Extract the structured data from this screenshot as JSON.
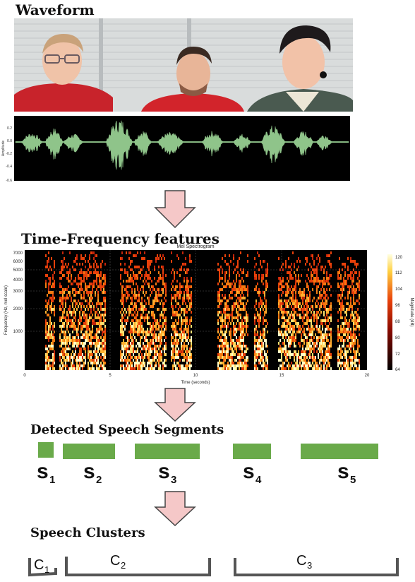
{
  "headings": {
    "waveform": "Waveform",
    "time_frequency": "Time-Frequency features",
    "segments": "Detected Speech Segments",
    "clusters": "Speech Clusters"
  },
  "waveform_plot": {
    "ylabel": "Amplitude",
    "yticks": [
      "0.2",
      "0.0",
      "-0.2",
      "-0.4",
      "-0.6"
    ]
  },
  "spectrogram": {
    "title": "Mel Spectrogram",
    "xlabel": "Time (seconds)",
    "ylabel": "Frequency (Hz, mel scale)",
    "colorbar_label": "Magnitude (dB)",
    "xticks": [
      "0",
      "5",
      "10",
      "15",
      "20"
    ],
    "yticks": [
      "7000",
      "6000",
      "5000",
      "4000",
      "3000",
      "2000",
      "1000"
    ],
    "colorbar_ticks": [
      "120",
      "112",
      "104",
      "96",
      "88",
      "80",
      "72",
      "64"
    ]
  },
  "segments": [
    {
      "letter": "s",
      "index": "1"
    },
    {
      "letter": "s",
      "index": "2"
    },
    {
      "letter": "s",
      "index": "3"
    },
    {
      "letter": "s",
      "index": "4"
    },
    {
      "letter": "s",
      "index": "5"
    }
  ],
  "clusters": [
    {
      "letter": "C",
      "index": "1"
    },
    {
      "letter": "C",
      "index": "2"
    },
    {
      "letter": "C",
      "index": "3"
    }
  ],
  "colors": {
    "segment_green": "#6aaa4a",
    "waveform_green": "#8fc48a",
    "arrow_fill": "#f5c8c8",
    "arrow_stroke": "#444444",
    "bracket": "#555555"
  }
}
